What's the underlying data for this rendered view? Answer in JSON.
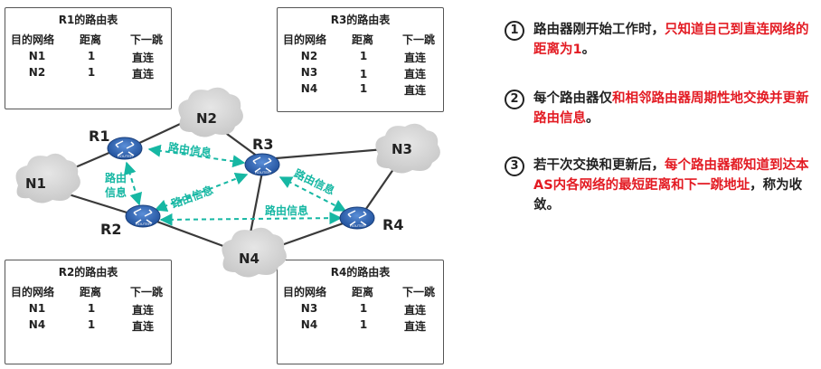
{
  "tables": {
    "r1": {
      "title": "R1的路由表",
      "headers": [
        "目的网络",
        "距离",
        "下一跳"
      ],
      "rows": [
        [
          "N1",
          "1",
          "直连"
        ],
        [
          "N2",
          "1",
          "直连"
        ]
      ]
    },
    "r3": {
      "title": "R3的路由表",
      "headers": [
        "目的网络",
        "距离",
        "下一跳"
      ],
      "rows": [
        [
          "N2",
          "1",
          "直连"
        ],
        [
          "N3",
          "1",
          "直连"
        ],
        [
          "N4",
          "1",
          "直连"
        ]
      ]
    },
    "r2": {
      "title": "R2的路由表",
      "headers": [
        "目的网络",
        "距离",
        "下一跳"
      ],
      "rows": [
        [
          "N1",
          "1",
          "直连"
        ],
        [
          "N4",
          "1",
          "直连"
        ]
      ]
    },
    "r4": {
      "title": "R4的路由表",
      "headers": [
        "目的网络",
        "距离",
        "下一跳"
      ],
      "rows": [
        [
          "N3",
          "1",
          "直连"
        ],
        [
          "N4",
          "1",
          "直连"
        ]
      ]
    }
  },
  "routers": {
    "r1": "R1",
    "r2": "R2",
    "r3": "R3",
    "r4": "R4",
    "icon_text": "ROUTER"
  },
  "networks": {
    "n1": "N1",
    "n2": "N2",
    "n3": "N3",
    "n4": "N4"
  },
  "exchange_label": "路由信息",
  "exchange_label_split": [
    "路由",
    "信息"
  ],
  "colors": {
    "accent": "#16b7a3",
    "highlight": "#e31b23",
    "router": "#2a63b5",
    "cloud": "#d8d8d8"
  },
  "steps": [
    {
      "num": "1",
      "text": "路由器刚开始工作时，",
      "highlight": "只知道自己到直连网络的距离为1",
      "tail": "。"
    },
    {
      "num": "2",
      "text": "每个路由器仅",
      "highlight": "和相邻路由器周期性地交换并更新路由信息",
      "tail": "。"
    },
    {
      "num": "3",
      "text": "若干次交换和更新后，",
      "highlight": "每个路由器都知道到达本AS内各网络的最短距离和下一跳地址",
      "tail": "，称为收敛。"
    }
  ]
}
